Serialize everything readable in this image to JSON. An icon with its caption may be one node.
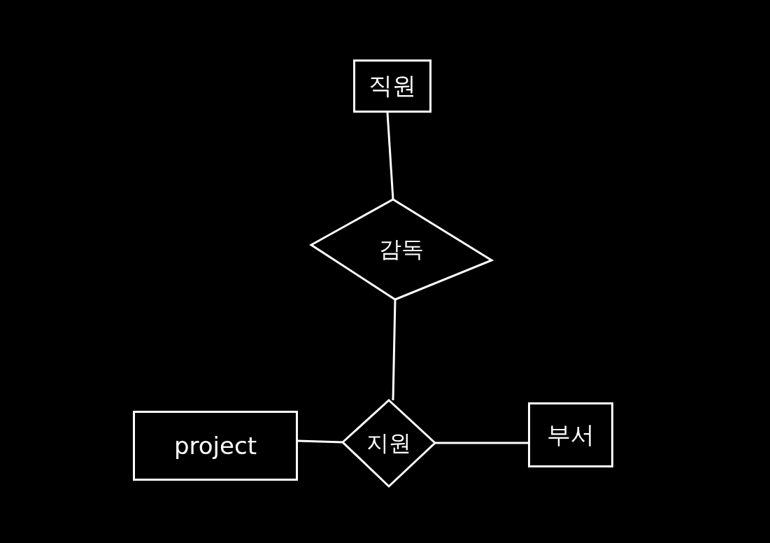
{
  "diagram": {
    "nodes": [
      {
        "text": [
          "직원"
        ]
      },
      {
        "text": [
          "감독"
        ]
      },
      {
        "text": [
          "project"
        ]
      },
      {
        "text": [
          "지원"
        ]
      },
      {
        "text": [
          "부서"
        ]
      }
    ],
    "edges": [
      {
        "from": 0,
        "to": 1,
        "arrow": "none"
      },
      {
        "from": 1,
        "to": 3,
        "arrow": "none"
      },
      {
        "from": 2,
        "to": 3,
        "arrow": "none"
      },
      {
        "from": 3,
        "to": 4,
        "arrow": "none"
      }
    ]
  }
}
